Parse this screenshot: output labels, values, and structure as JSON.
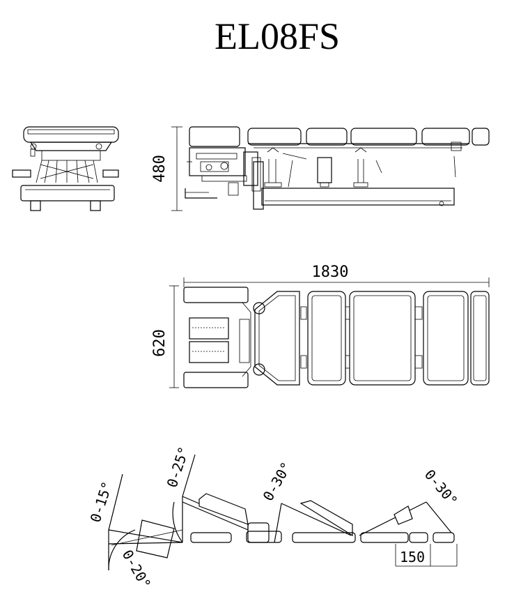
{
  "title": "EL08FS",
  "dimensions": {
    "height": "480",
    "length": "1830",
    "width": "620",
    "section": "150"
  },
  "angles": {
    "head_up": "0-15°",
    "head_down": "0-20°",
    "chest": "0-25°",
    "lumbar": "0-30°",
    "leg": "0-30°"
  }
}
